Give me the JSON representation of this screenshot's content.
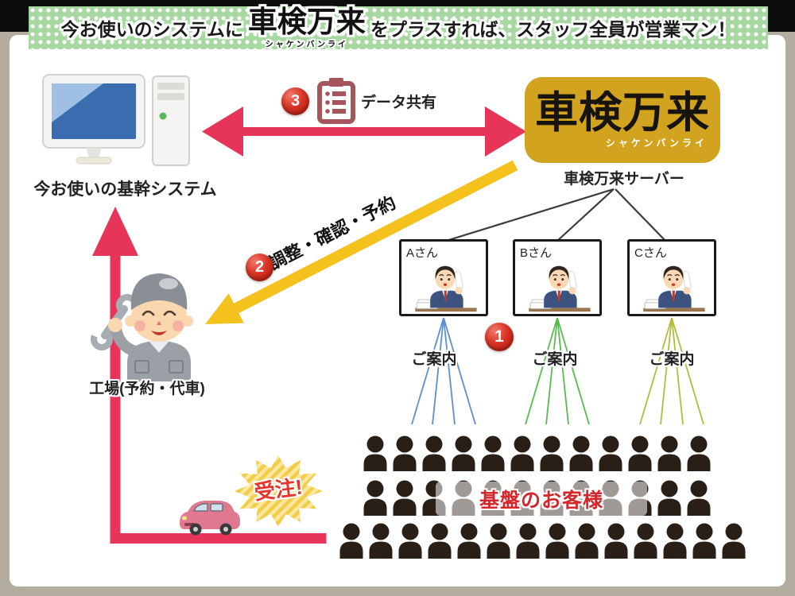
{
  "banner": {
    "prefix": "今お使いのシステムに",
    "product": "車検万来",
    "product_ruby": "シャケンバンライ",
    "suffix": "をプラスすれば、スタッフ全員が営業マン！",
    "bg_color": "#a8d8a2"
  },
  "legacy_system": {
    "label": "今お使いの基幹システム"
  },
  "logo": {
    "title": "車検万来",
    "ruby": "シャケンバンライ",
    "server_label": "車検万来サーバー",
    "bg_color": "#d2a31f"
  },
  "steps": {
    "one": "1",
    "two": "2",
    "three": "3"
  },
  "data_share": {
    "label": "データ共有"
  },
  "adjust": {
    "label": "調整・確認・予約"
  },
  "staff": [
    {
      "name": "Aさん",
      "guide": "ご案内",
      "line_color": "#5b8fd0"
    },
    {
      "name": "Bさん",
      "guide": "ご案内",
      "line_color": "#57bb4f"
    },
    {
      "name": "Cさん",
      "guide": "ご案内",
      "line_color": "#b0bc3e"
    }
  ],
  "factory": {
    "label": "工場(予約・代車)"
  },
  "order": {
    "label": "受注!"
  },
  "customers": {
    "label": "基盤のお客様",
    "rows": [
      12,
      12,
      14
    ]
  },
  "icons": {
    "data_share_icon": "clipboard-list-icon",
    "legacy_system_icon": "desktop-computer-icon",
    "factory_icon": "mechanic-icon",
    "order_icon": "car-icon",
    "customers_icon": "person-silhouette-icon"
  },
  "colors": {
    "arrow_pink": "#e73459",
    "arrow_yellow": "#f4c11d",
    "crowd": "#2a1f17",
    "clipboard": "#a5555c",
    "label_red": "#d5262b"
  }
}
